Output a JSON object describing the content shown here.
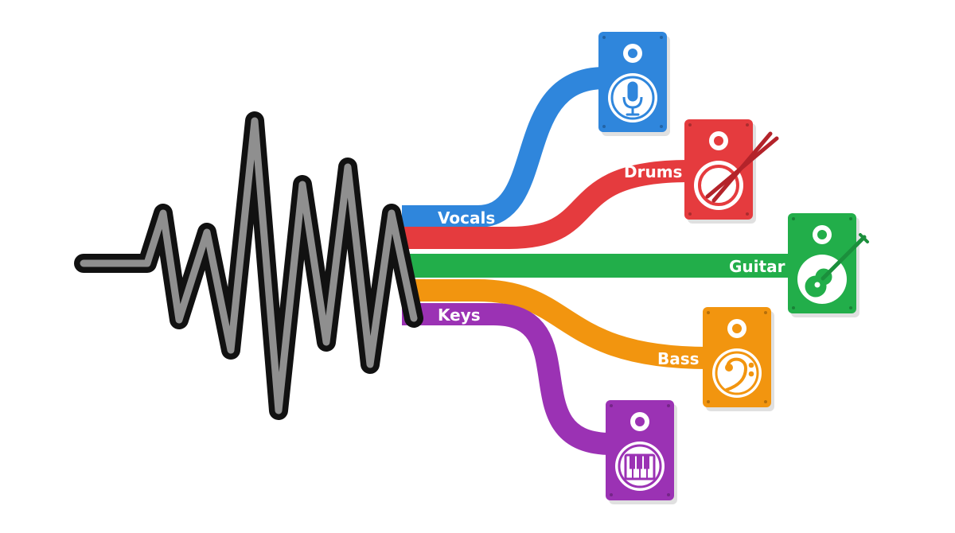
{
  "diagram": {
    "stems": [
      {
        "id": "vocals",
        "label": "Vocals",
        "color": "#2F86DC",
        "icon": "microphone-icon"
      },
      {
        "id": "drums",
        "label": "Drums",
        "color": "#E53B3E",
        "icon": "drum-icon"
      },
      {
        "id": "guitar",
        "label": "Guitar",
        "color": "#22AE4A",
        "icon": "guitar-icon"
      },
      {
        "id": "bass",
        "label": "Bass",
        "color": "#F2950F",
        "icon": "bass-clef-icon"
      },
      {
        "id": "keys",
        "label": "Keys",
        "color": "#9B32B4",
        "icon": "piano-keys-icon"
      }
    ],
    "waveform": {
      "stroke_color": "#111111",
      "fill_color": "#8F8F8F"
    }
  }
}
